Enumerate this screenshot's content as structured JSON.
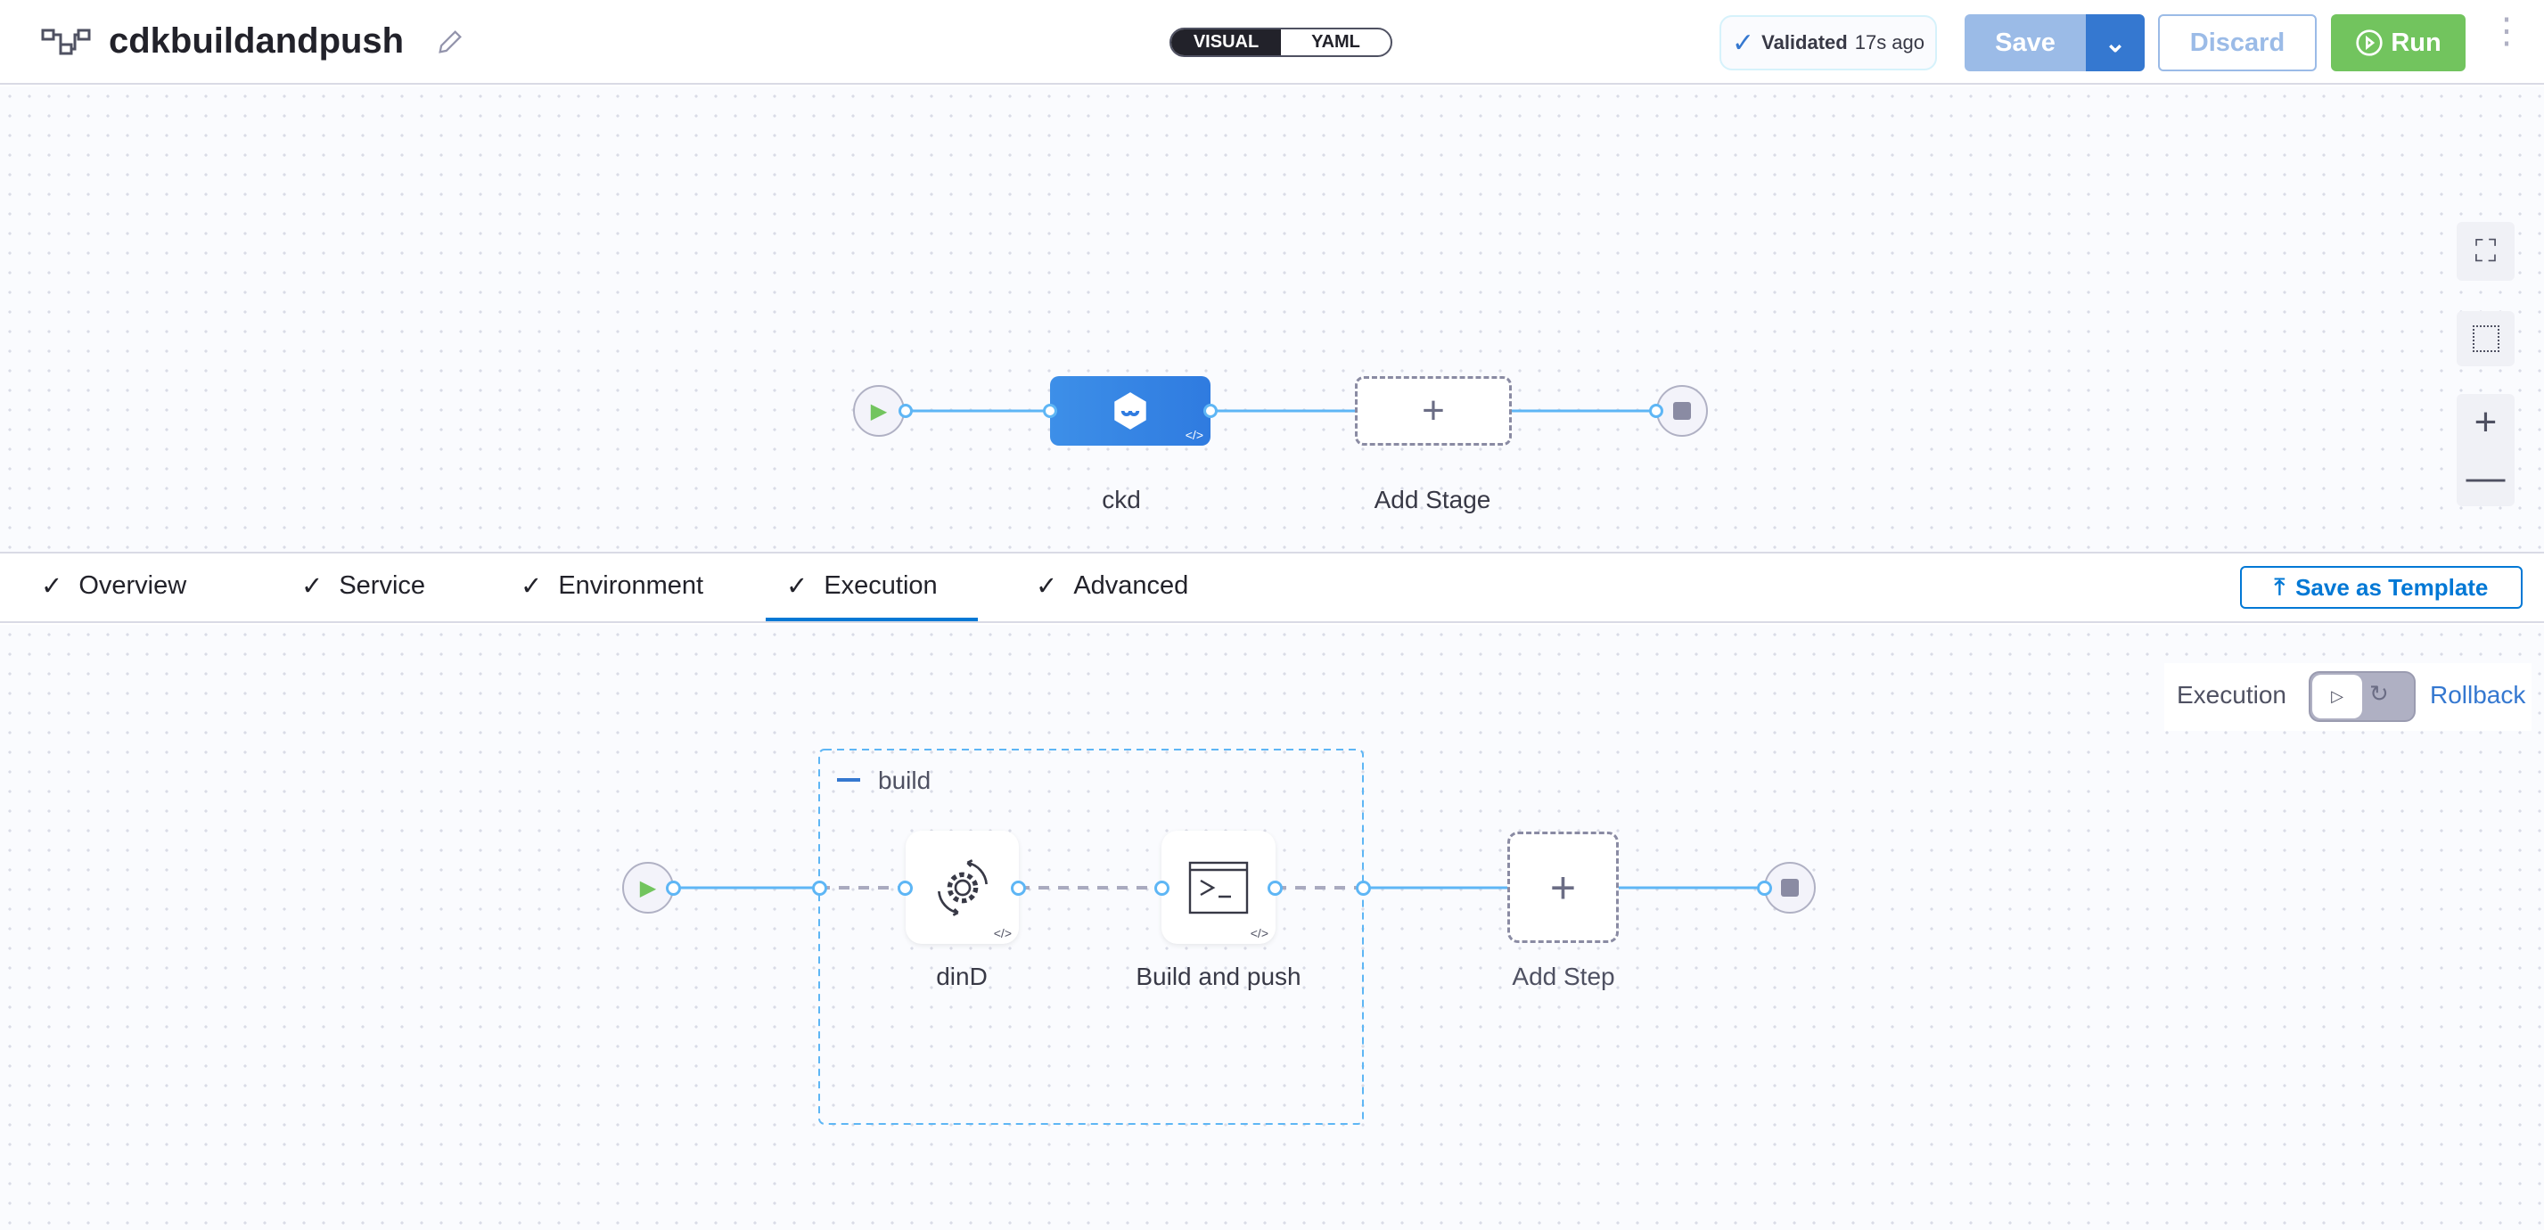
{
  "header": {
    "title": "cdkbuildandpush",
    "view_toggle": {
      "options": [
        "VISUAL",
        "YAML"
      ],
      "selected": "VISUAL"
    },
    "validated": {
      "label": "Validated",
      "time": "17s ago"
    },
    "save_label": "Save",
    "discard_label": "Discard",
    "run_label": "Run"
  },
  "pipeline": {
    "stages": [
      {
        "name": "ckd"
      }
    ],
    "add_stage_label": "Add Stage"
  },
  "stage_tabs": {
    "items": [
      {
        "label": "Overview"
      },
      {
        "label": "Service"
      },
      {
        "label": "Environment"
      },
      {
        "label": "Execution"
      },
      {
        "label": "Advanced"
      }
    ],
    "active": "Execution",
    "save_template_label": "Save as Template"
  },
  "execution": {
    "toggle_left": "Execution",
    "toggle_right": "Rollback",
    "group_name": "build",
    "steps": [
      {
        "name": "dinD",
        "icon": "gear-sync-icon"
      },
      {
        "name": "Build and push",
        "icon": "terminal-icon"
      }
    ],
    "add_step_label": "Add Step"
  },
  "colors": {
    "accent": "#0278d5",
    "primary": "#3578d0",
    "run": "#72c45e",
    "line": "#5eb6f5"
  }
}
